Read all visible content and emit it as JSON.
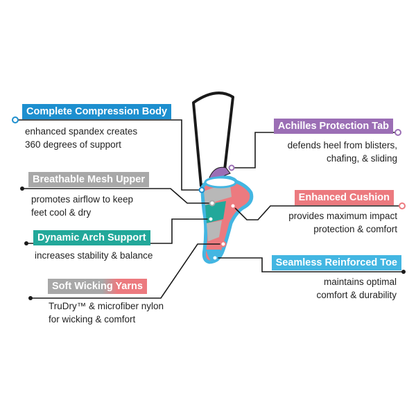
{
  "colors": {
    "blue": "#1d8fcf",
    "purple": "#9b6eb5",
    "gray": "#a8a8a8",
    "pink": "#ec7a7f",
    "teal": "#22a89a",
    "light_blue": "#43b6e2",
    "line": "#1a1a1a"
  },
  "features": {
    "compression": {
      "title": "Complete Compression Body",
      "lines": [
        "enhanced spandex creates",
        "360 degrees of support"
      ],
      "color": "#1d8fcf"
    },
    "achilles": {
      "title": "Achilles Protection Tab",
      "lines": [
        "defends heel from blisters,",
        "chafing, & sliding"
      ],
      "color": "#9b6eb5"
    },
    "mesh": {
      "title": "Breathable Mesh Upper",
      "lines": [
        "promotes airflow to keep",
        "feet cool & dry"
      ],
      "color": "#a8a8a8"
    },
    "cushion": {
      "title": "Enhanced Cushion",
      "lines": [
        "provides maximum impact",
        "protection & comfort"
      ],
      "color": "#ec7a7f"
    },
    "arch": {
      "title": "Dynamic Arch Support",
      "lines": [
        "increases stability & balance"
      ],
      "color": "#22a89a"
    },
    "toe": {
      "title": "Seamless Reinforced Toe",
      "lines": [
        "maintains optimal",
        "comfort & durability"
      ],
      "color": "#43b6e2"
    },
    "wicking": {
      "title": "Soft Wicking Yarns",
      "lines": [
        "TruDry™ & microfiber nylon",
        "for wicking & comfort"
      ],
      "color_start": "#a8a8a8",
      "color_end": "#ec7a7f"
    }
  }
}
